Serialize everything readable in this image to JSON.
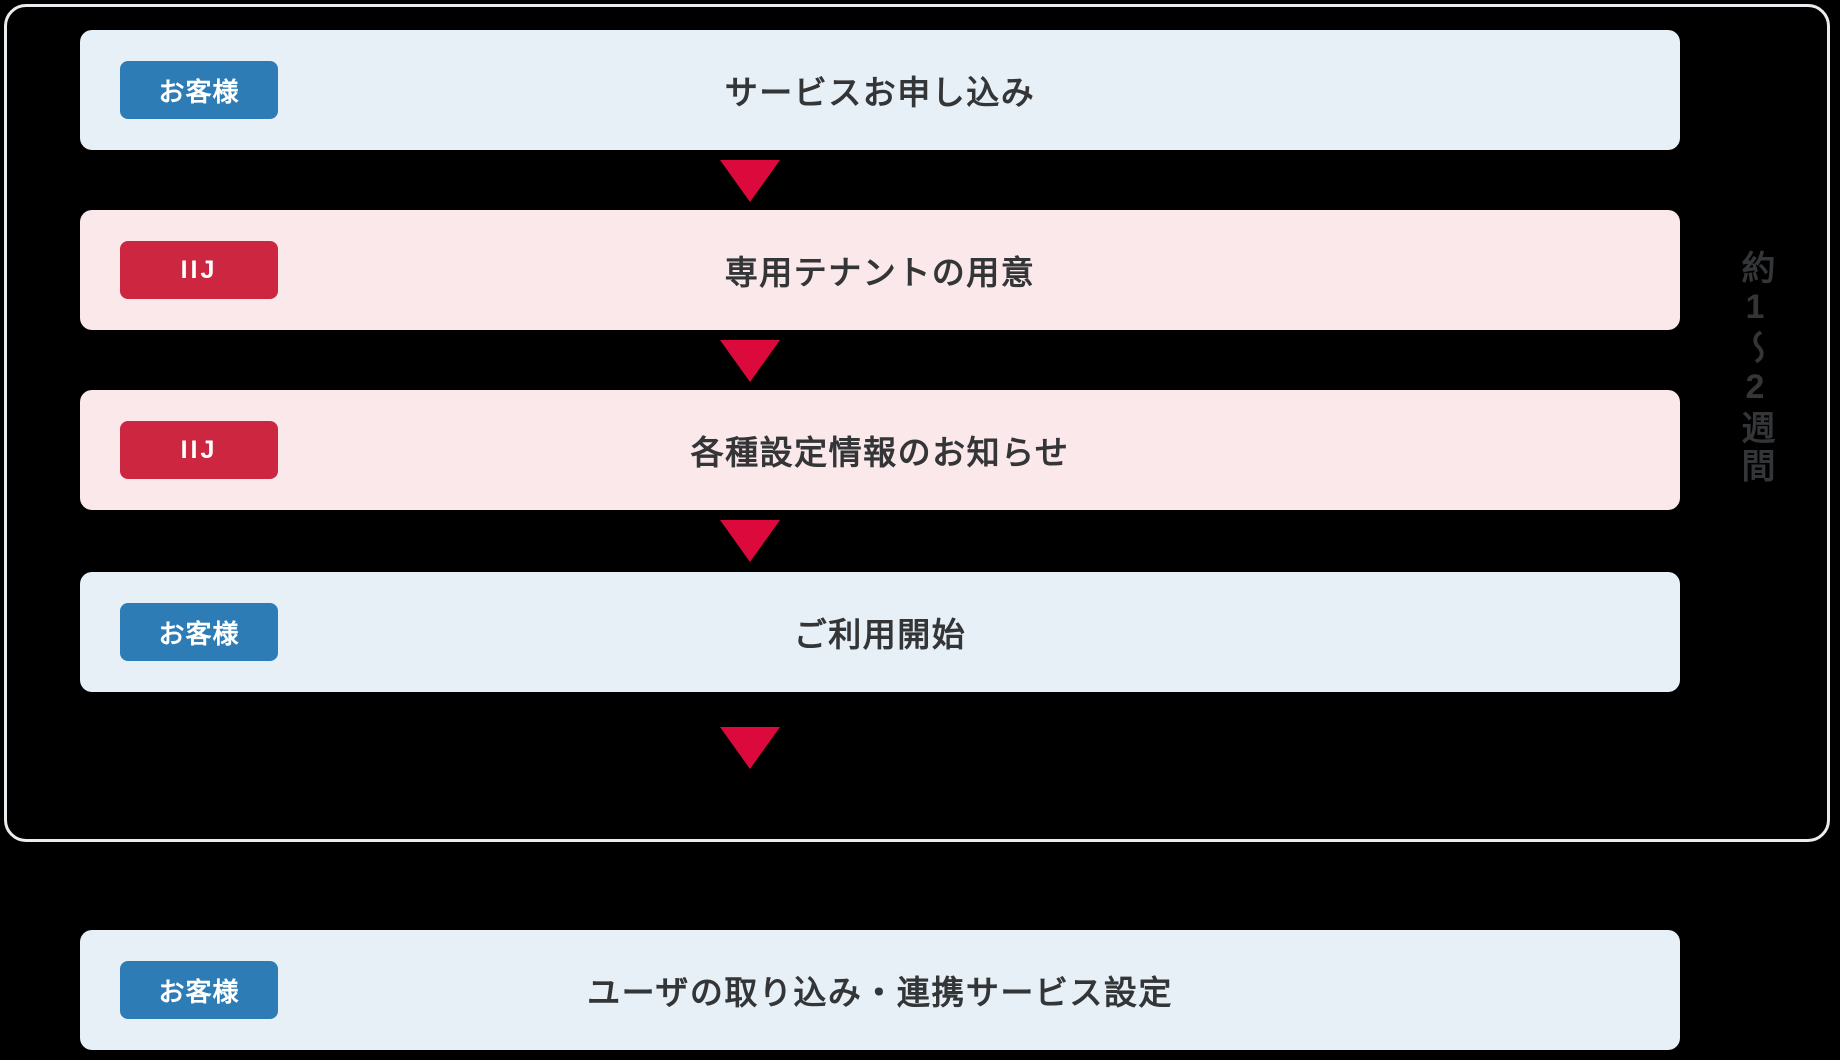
{
  "diagram": {
    "title": "",
    "background_color": "#000000",
    "bracket": {
      "label": "",
      "border_color": "#E9EDEF"
    },
    "colors": {
      "customer_card_bg": "#E7EFF7",
      "iij_card_bg": "#FAE8EA",
      "customer_badge_bg": "#2E7CB5",
      "iij_badge_bg": "#CC2640",
      "arrow": "#DC0A3C",
      "text": "#333537"
    },
    "duration_note": "約1〜2週間",
    "steps": [
      {
        "badge": "お客様",
        "actor": "customer",
        "title": "サービスお申し込み"
      },
      {
        "badge": "IIJ",
        "actor": "iij",
        "title": "専用テナントの用意"
      },
      {
        "badge": "IIJ",
        "actor": "iij",
        "title": "各種設定情報のお知らせ"
      },
      {
        "badge": "お客様",
        "actor": "customer",
        "title": "ご利用開始"
      },
      {
        "badge": "お客様",
        "actor": "customer",
        "title": "ユーザの取り込み・連携サービス設定"
      }
    ]
  }
}
